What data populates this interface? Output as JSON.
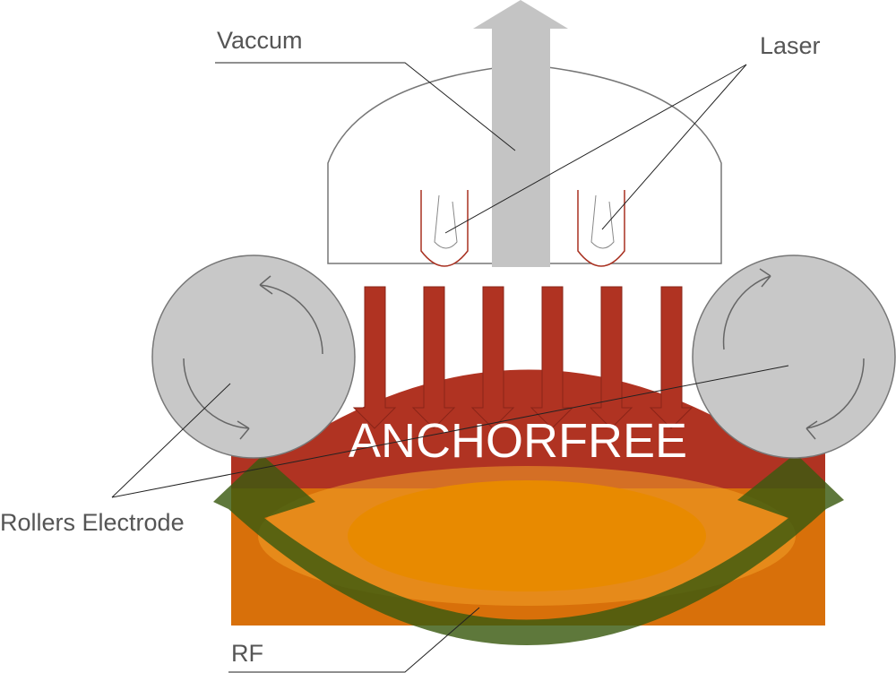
{
  "labels": {
    "vacuum": "Vaccum",
    "laser": "Laser",
    "rollers": "Rollers Electrode",
    "rf": "RF",
    "brand": "ANCHORFREE"
  },
  "colors": {
    "background": "#ffffff",
    "dome_stroke": "#777777",
    "roller_fill": "#c8c8c8",
    "vacuum_arrow": "#c4c4c4",
    "tissue_red": "#b03322",
    "heat_orange": "#d8700a",
    "heat_core": "#e88a00",
    "rf_arrow_green": "#3a5a10",
    "leader_line": "#222222"
  },
  "icons": {
    "laser": "laser-tube-icon",
    "roller": "roller-electrode-icon",
    "vacuum": "up-arrow-icon",
    "rf": "curved-double-arrow-icon"
  }
}
